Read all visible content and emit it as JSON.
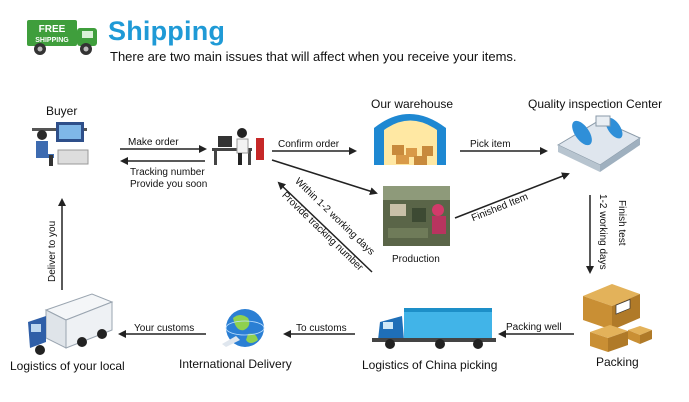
{
  "header": {
    "badge_text_1": "FREE",
    "badge_text_2": "SHIPPING",
    "title": "Shipping",
    "subtitle": "There are two main issues that will affect when you receive your items."
  },
  "nodes": {
    "buyer": "Buyer",
    "warehouse": "Our warehouse",
    "quality": "Quality inspection Center",
    "production": "Production",
    "packing": "Packing",
    "logistics_china": "Logistics of China picking",
    "international": "International Delivery",
    "logistics_local": "Logistics of your local"
  },
  "edges": {
    "make_order": "Make order",
    "tracking_1": "Tracking number",
    "tracking_2": "Provide you soon",
    "confirm_order": "Confirm order",
    "pick_item": "Pick item",
    "within_days": "Within 1-2 working days",
    "provide_tracking": "Provide tracking number",
    "finished_item": "Finished Item",
    "finish_test": "Finish test",
    "working_days": "1-2 working days",
    "packing_well": "Packing well",
    "to_customs": "To customs",
    "your_customs": "Your customs",
    "deliver_to_you": "Deliver to you"
  },
  "colors": {
    "title_blue": "#1f9ad6",
    "arrow": "#222222",
    "badge_green": "#3f9e3c"
  }
}
